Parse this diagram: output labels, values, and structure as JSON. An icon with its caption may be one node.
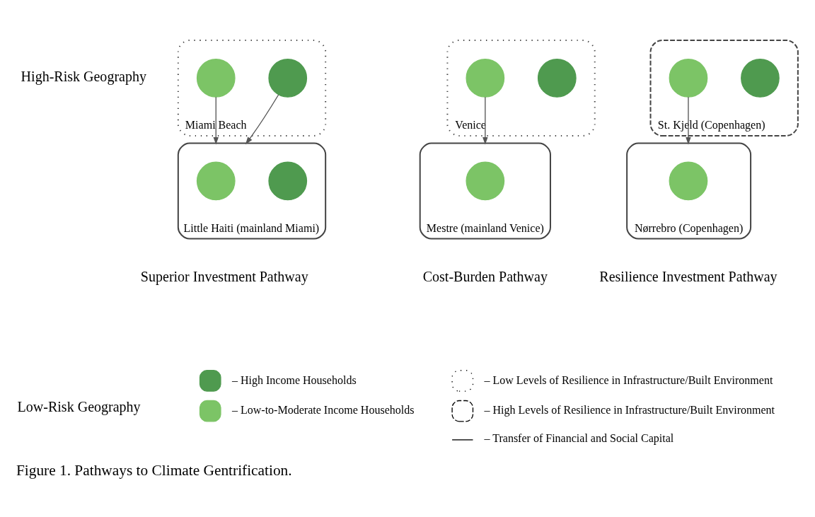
{
  "diagram": {
    "caption": "Figure 1. Pathways to Climate Gentrification.",
    "nodes": [
      {
        "text": [
          "Miami Beach"
        ]
      },
      {
        "text": [],
        "shape": "circle",
        "in": 0
      },
      {
        "text": [],
        "shape": "circle",
        "in": 0
      },
      {
        "text": [
          "Venice"
        ]
      },
      {
        "text": [],
        "shape": "circle",
        "in": 3
      },
      {
        "text": [],
        "shape": "circle",
        "in": 3
      },
      {
        "text": [
          "St. Kjeld (Copenhagen)"
        ]
      },
      {
        "text": [],
        "shape": "circle",
        "in": 6
      },
      {
        "text": [],
        "shape": "circle",
        "in": 6
      },
      {
        "text": [
          "Little Haiti (mainland Miami)"
        ]
      },
      {
        "text": [],
        "shape": "circle",
        "in": 9
      },
      {
        "text": [],
        "shape": "circle",
        "in": 9
      },
      {
        "text": [
          "Mestre (mainland Venice)"
        ]
      },
      {
        "text": [],
        "shape": "circle",
        "in": 12
      },
      {
        "text": [
          "Nørrebro (Copenhagen)"
        ]
      },
      {
        "text": [],
        "shape": "circle",
        "in": 14
      }
    ],
    "edges": [
      {
        "from": 1,
        "to": 9,
        "arrow": "to"
      },
      {
        "from": 2,
        "to": 9,
        "arrow": "to"
      },
      {
        "from": 4,
        "to": 12,
        "arrow": "to"
      },
      {
        "from": 7,
        "to": 14,
        "arrow": "to"
      }
    ],
    "labels": [
      "High-Risk Geography",
      "Low-Risk Geography",
      "Superior Investment Pathway",
      "Cost-Burden Pathway",
      "Resilience Investment Pathway"
    ],
    "legend": [
      {
        "text": "– High Income Households",
        "color": "#4f9a4f"
      },
      {
        "text": "– Low Levels of Resilience in Infrastructure/Built Environment"
      },
      {
        "text": "– Low-to-Moderate Income Households",
        "color": "#7cc466"
      },
      {
        "text": "– High Levels of Resilience in Infrastructure/Built Environment"
      },
      {
        "text": "– Transfer of Financial and Social Capital"
      }
    ]
  }
}
